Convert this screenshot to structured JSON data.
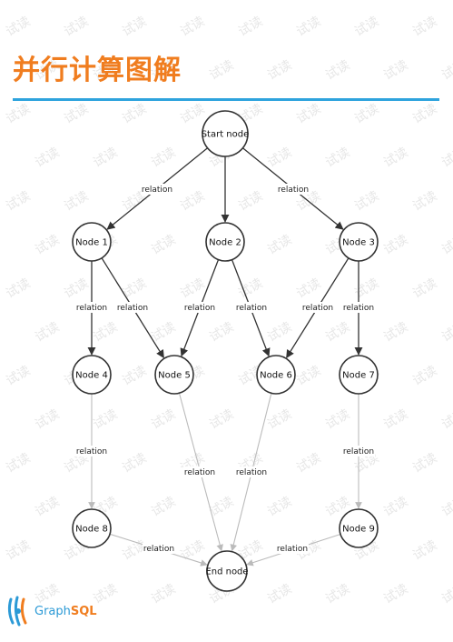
{
  "title": "并行计算图解",
  "watermark_text": "试读",
  "logo": {
    "prefix": "Graph",
    "suffix": "SQL"
  },
  "colors": {
    "title": "#f07d1f",
    "rule": "#2ea3dd",
    "edge_dark": "#333333",
    "edge_light": "#bbbbbb"
  },
  "nodes": [
    {
      "id": "start",
      "label": "Start node"
    },
    {
      "id": "n1",
      "label": "Node 1"
    },
    {
      "id": "n2",
      "label": "Node 2"
    },
    {
      "id": "n3",
      "label": "Node 3"
    },
    {
      "id": "n4",
      "label": "Node 4"
    },
    {
      "id": "n5",
      "label": "Node 5"
    },
    {
      "id": "n6",
      "label": "Node 6"
    },
    {
      "id": "n7",
      "label": "Node 7"
    },
    {
      "id": "n8",
      "label": "Node 8"
    },
    {
      "id": "n9",
      "label": "Node 9"
    },
    {
      "id": "end",
      "label": "End node"
    }
  ],
  "edges": [
    {
      "from": "start",
      "to": "n1",
      "label": "relation",
      "style": "dark"
    },
    {
      "from": "start",
      "to": "n2",
      "label": "",
      "style": "dark"
    },
    {
      "from": "start",
      "to": "n3",
      "label": "relation",
      "style": "dark"
    },
    {
      "from": "n1",
      "to": "n4",
      "label": "relation",
      "style": "dark"
    },
    {
      "from": "n1",
      "to": "n5",
      "label": "relation",
      "style": "dark"
    },
    {
      "from": "n2",
      "to": "n5",
      "label": "relation",
      "style": "dark"
    },
    {
      "from": "n2",
      "to": "n6",
      "label": "relation",
      "style": "dark"
    },
    {
      "from": "n3",
      "to": "n6",
      "label": "relation",
      "style": "dark"
    },
    {
      "from": "n3",
      "to": "n7",
      "label": "relation",
      "style": "dark"
    },
    {
      "from": "n4",
      "to": "n8",
      "label": "relation",
      "style": "light"
    },
    {
      "from": "n5",
      "to": "end",
      "label": "relation",
      "style": "light"
    },
    {
      "from": "n6",
      "to": "end",
      "label": "relation",
      "style": "light"
    },
    {
      "from": "n7",
      "to": "n9",
      "label": "relation",
      "style": "light"
    },
    {
      "from": "n8",
      "to": "end",
      "label": "relation",
      "style": "light"
    },
    {
      "from": "n9",
      "to": "end",
      "label": "relation",
      "style": "light"
    }
  ]
}
